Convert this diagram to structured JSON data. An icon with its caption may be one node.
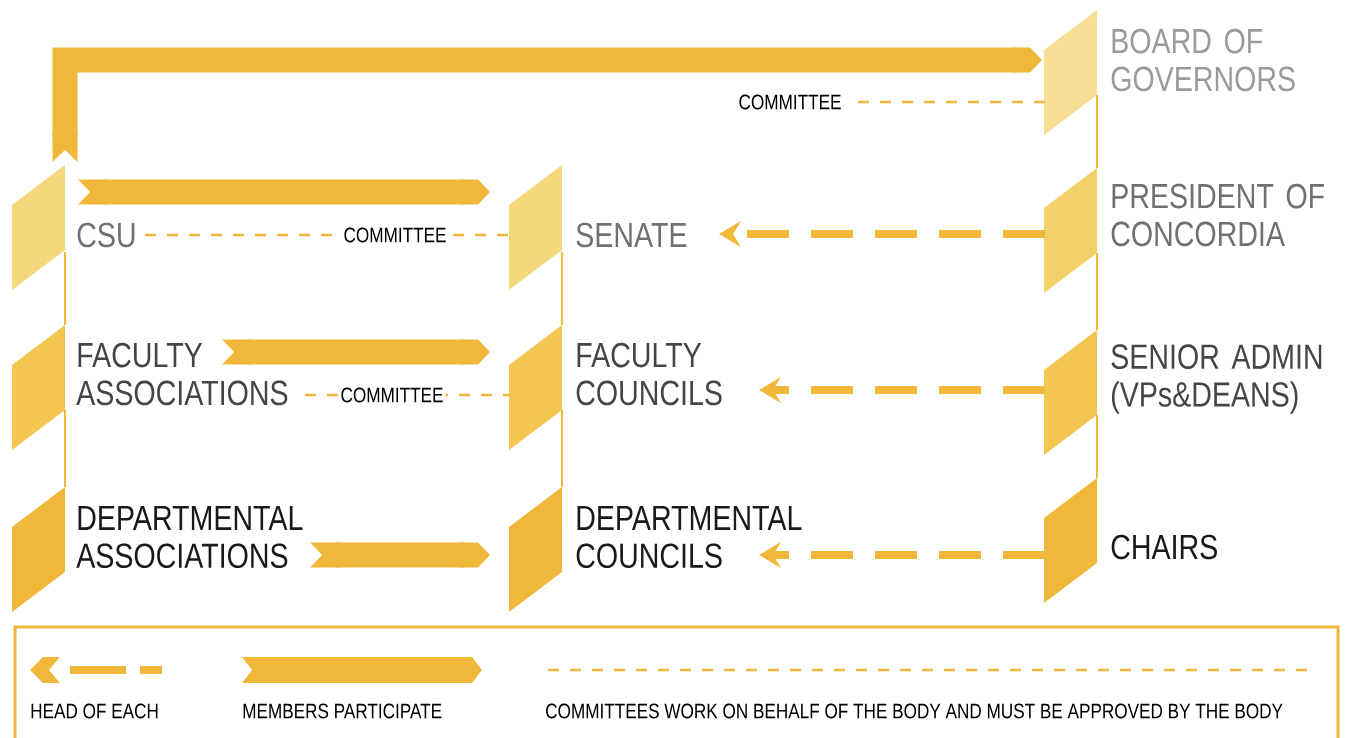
{
  "diagram": {
    "nodes": [
      {
        "text": [
          "BOARD OF GOVERNORS"
        ]
      },
      {
        "text": [
          "CSU"
        ]
      },
      {
        "text": [
          "SENATE"
        ]
      },
      {
        "text": [
          "PRESIDENT OF CONCORDIA"
        ]
      },
      {
        "text": [
          "FACULTY ASSOCIATIONS"
        ]
      },
      {
        "text": [
          "FACULTY COUNCILS"
        ]
      },
      {
        "text": [
          "SENIOR ADMIN (VPs&DEANS)"
        ]
      },
      {
        "text": [
          "DEPARTMENTAL ASSOCIATIONS"
        ]
      },
      {
        "text": [
          "DEPARTMENTAL COUNCILS"
        ]
      },
      {
        "text": [
          "CHAIRS"
        ]
      },
      {
        "text": [
          "COMMITTEE"
        ]
      }
    ],
    "edges": [
      {
        "from": 1,
        "to": 0,
        "arrow": "to",
        "style": "thick"
      },
      {
        "from": 1,
        "to": 2,
        "arrow": "to",
        "style": "thick"
      },
      {
        "from": 1,
        "to": 2,
        "arrow": "none",
        "style": "dashed",
        "label": "COMMITTEE"
      },
      {
        "from": 0,
        "to": 10,
        "arrow": "none",
        "style": "dashed"
      },
      {
        "from": 3,
        "to": 2,
        "arrow": "to",
        "style": "dashed"
      },
      {
        "from": 4,
        "to": 5,
        "arrow": "to",
        "style": "thick"
      },
      {
        "from": 4,
        "to": 5,
        "arrow": "none",
        "style": "dashed",
        "label": "COMMITTEE"
      },
      {
        "from": 6,
        "to": 5,
        "arrow": "to",
        "style": "dashed"
      },
      {
        "from": 7,
        "to": 8,
        "arrow": "to",
        "style": "thick"
      },
      {
        "from": 9,
        "to": 8,
        "arrow": "to",
        "style": "dashed"
      },
      {
        "from": 1,
        "to": 4,
        "arrow": "none"
      },
      {
        "from": 4,
        "to": 7,
        "arrow": "none"
      },
      {
        "from": 2,
        "to": 5,
        "arrow": "none"
      },
      {
        "from": 5,
        "to": 8,
        "arrow": "none"
      },
      {
        "from": 0,
        "to": 3,
        "arrow": "none"
      },
      {
        "from": 3,
        "to": 6,
        "arrow": "none"
      },
      {
        "from": 6,
        "to": 9,
        "arrow": "none"
      }
    ],
    "legend": [
      {
        "text": "HEAD OF EACH"
      },
      {
        "text": "MEMBERS PARTICIPATE"
      },
      {
        "text": "COMMITTEES WORK ON BEHALF OF THE BODY AND MUST BE APPROVED BY THE BODY"
      }
    ]
  }
}
